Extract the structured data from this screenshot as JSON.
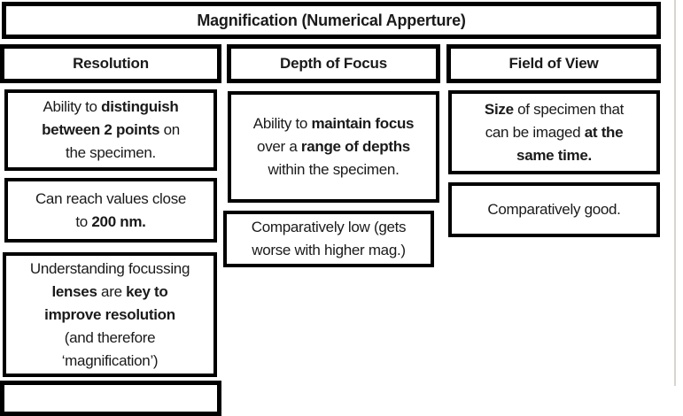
{
  "colors": {
    "border": "#000000",
    "text": "#1a1a1a",
    "background": "#ffffff",
    "page_edge": "#d8d4d0"
  },
  "diagram": {
    "title": "Magnification (Numerical Apperture)",
    "columns": [
      {
        "header": "Resolution",
        "cells": [
          {
            "lines": [
              [
                {
                  "t": "Ability to ",
                  "b": 0
                },
                {
                  "t": "distinguish",
                  "b": 1
                }
              ],
              [
                {
                  "t": "between 2 points",
                  "b": 1
                },
                {
                  "t": " on",
                  "b": 0
                }
              ],
              [
                {
                  "t": "the specimen.",
                  "b": 0
                }
              ]
            ]
          },
          {
            "lines": [
              [
                {
                  "t": "Can reach values close",
                  "b": 0
                }
              ],
              [
                {
                  "t": "to ",
                  "b": 0
                },
                {
                  "t": "200 nm.",
                  "b": 1
                }
              ]
            ]
          },
          {
            "lines": [
              [
                {
                  "t": "Understanding focussing",
                  "b": 0
                }
              ],
              [
                {
                  "t": "lenses",
                  "b": 1
                },
                {
                  "t": " are ",
                  "b": 0
                },
                {
                  "t": "key to",
                  "b": 1
                }
              ],
              [
                {
                  "t": "improve resolution",
                  "b": 1
                }
              ],
              [
                {
                  "t": "(and therefore",
                  "b": 0
                }
              ],
              [
                {
                  "t": "‘magnification’)",
                  "b": 0
                }
              ]
            ]
          }
        ]
      },
      {
        "header": "Depth of Focus",
        "cells": [
          {
            "lines": [
              [
                {
                  "t": "Ability to ",
                  "b": 0
                },
                {
                  "t": "maintain focus",
                  "b": 1
                }
              ],
              [
                {
                  "t": "over a ",
                  "b": 0
                },
                {
                  "t": "range of depths",
                  "b": 1
                }
              ],
              [
                {
                  "t": "within the specimen.",
                  "b": 0
                }
              ]
            ]
          },
          {
            "lines": [
              [
                {
                  "t": "Comparatively low (gets",
                  "b": 0
                }
              ],
              [
                {
                  "t": "worse with higher mag.)",
                  "b": 0
                }
              ]
            ]
          }
        ]
      },
      {
        "header": "Field of View",
        "cells": [
          {
            "lines": [
              [
                {
                  "t": "Size",
                  "b": 1
                },
                {
                  "t": " of specimen that",
                  "b": 0
                }
              ],
              [
                {
                  "t": "can be imaged ",
                  "b": 0
                },
                {
                  "t": "at the",
                  "b": 1
                }
              ],
              [
                {
                  "t": "same time.",
                  "b": 1
                }
              ]
            ]
          },
          {
            "lines": [
              [
                {
                  "t": "Comparatively good.",
                  "b": 0
                }
              ]
            ]
          }
        ]
      }
    ]
  }
}
